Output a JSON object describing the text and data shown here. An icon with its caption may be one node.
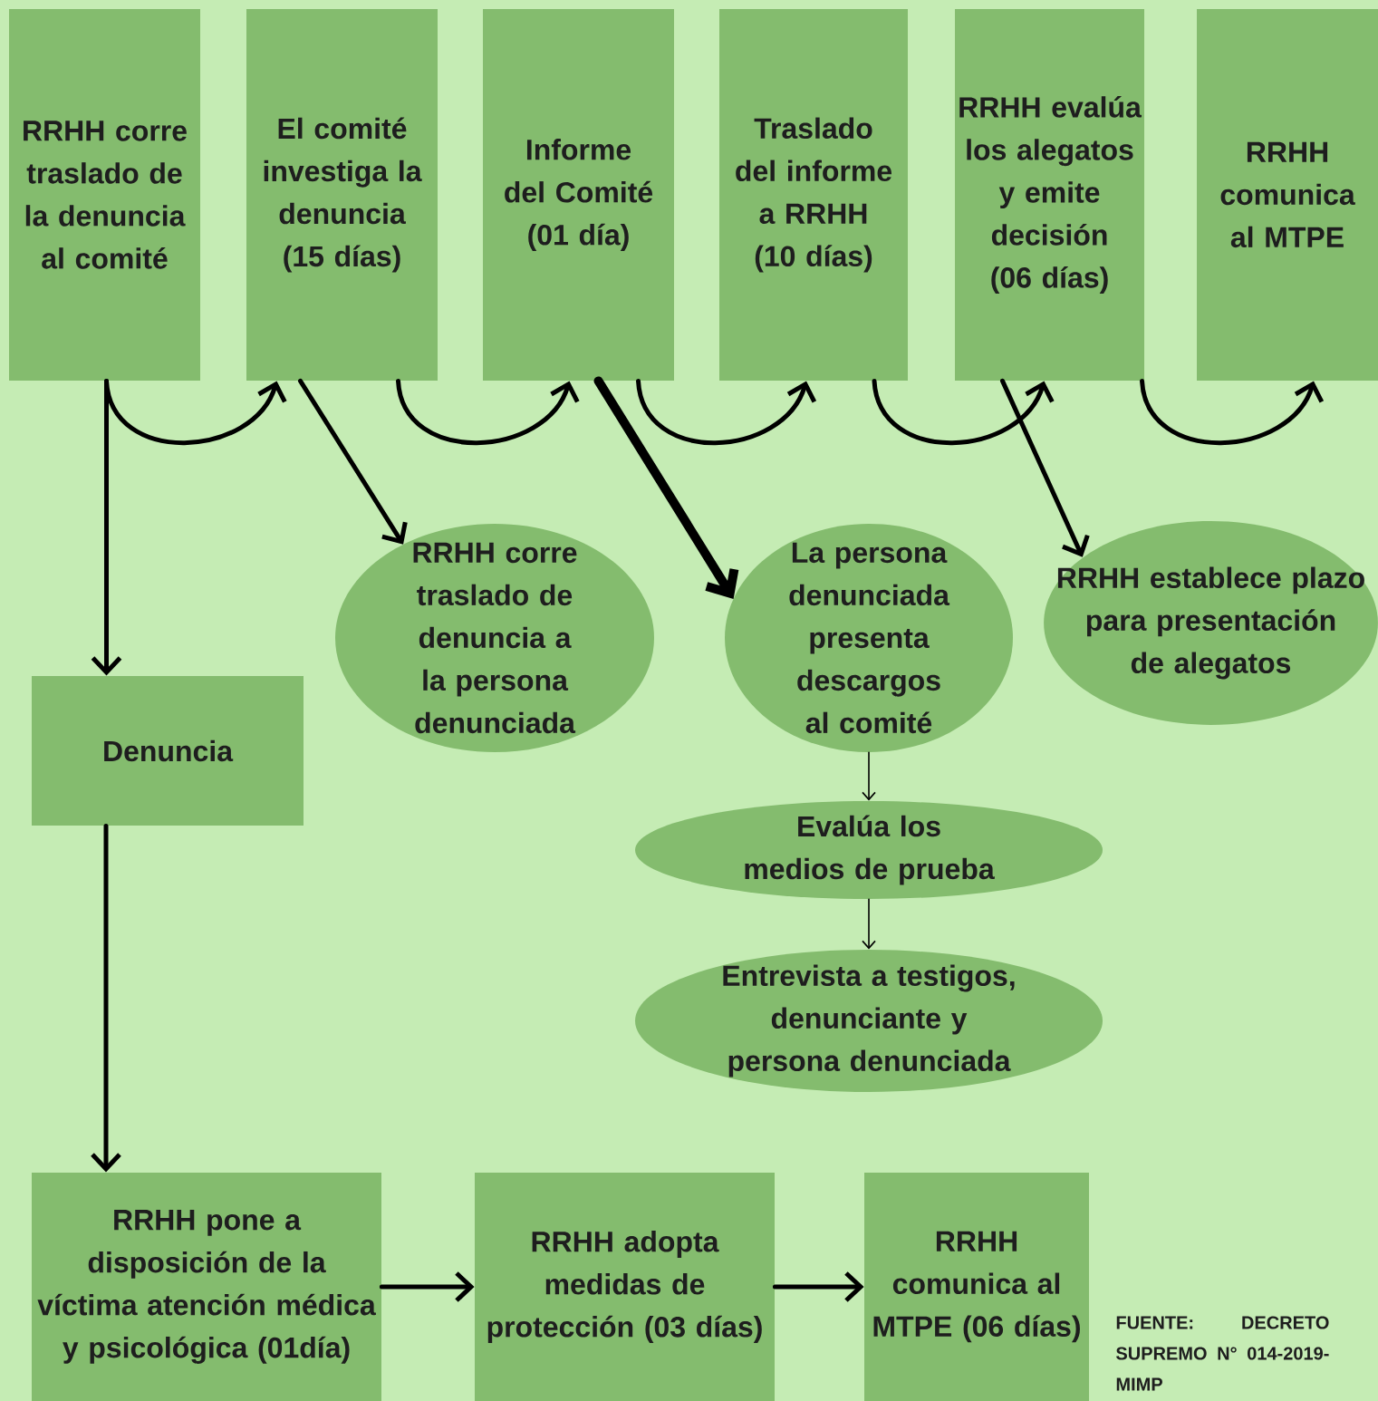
{
  "diagram": {
    "nodes": [
      {
        "text": [
          "RRHH corre traslado de la denuncia al comité"
        ]
      },
      {
        "text": [
          "El comité investiga la denuncia (15 días)"
        ]
      },
      {
        "text": [
          "Informe del Comité (01 día)"
        ]
      },
      {
        "text": [
          "Traslado del informe a RRHH (10 días)"
        ]
      },
      {
        "text": [
          "RRHH evalúa los alegatos y emite decisión (06 días)"
        ]
      },
      {
        "text": [
          "RRHH comunica al MTPE"
        ]
      },
      {
        "text": [
          "RRHH corre traslado de denuncia a la persona denunciada"
        ]
      },
      {
        "text": [
          "La persona denunciada presenta descargos al comité"
        ]
      },
      {
        "text": [
          "RRHH establece plazo para presentación de alegatos"
        ]
      },
      {
        "text": [
          "Denuncia"
        ]
      },
      {
        "text": [
          "Evalúa los medios de prueba"
        ]
      },
      {
        "text": [
          "Entrevista a testigos, denunciante y persona denunciada"
        ]
      },
      {
        "text": [
          "RRHH pone a disposición de la víctima atención médica y psicológica (01día)"
        ]
      },
      {
        "text": [
          "RRHH adopta medidas de protección (03 días)"
        ]
      },
      {
        "text": [
          "RRHH comunica al MTPE (06 días)"
        ]
      }
    ],
    "edges": [
      {
        "from": 0,
        "to": 1,
        "arrow": "to"
      },
      {
        "from": 1,
        "to": 2,
        "arrow": "to"
      },
      {
        "from": 2,
        "to": 3,
        "arrow": "to"
      },
      {
        "from": 3,
        "to": 4,
        "arrow": "to"
      },
      {
        "from": 4,
        "to": 5,
        "arrow": "to"
      },
      {
        "from": 0,
        "to": 9,
        "arrow": "to"
      },
      {
        "from": 1,
        "to": 6,
        "arrow": "to"
      },
      {
        "from": 2,
        "to": 7,
        "arrow": "to",
        "style": "thick"
      },
      {
        "from": 4,
        "to": 8,
        "arrow": "to"
      },
      {
        "from": 7,
        "to": 10,
        "arrow": "to"
      },
      {
        "from": 10,
        "to": 11,
        "arrow": "to"
      },
      {
        "from": 9,
        "to": 12,
        "arrow": "to"
      },
      {
        "from": 12,
        "to": 13,
        "arrow": "to"
      },
      {
        "from": 13,
        "to": 14,
        "arrow": "to"
      }
    ],
    "labels": [
      "FUENTE: DECRETO SUPREMO N° 014-2019-MIMP"
    ]
  }
}
